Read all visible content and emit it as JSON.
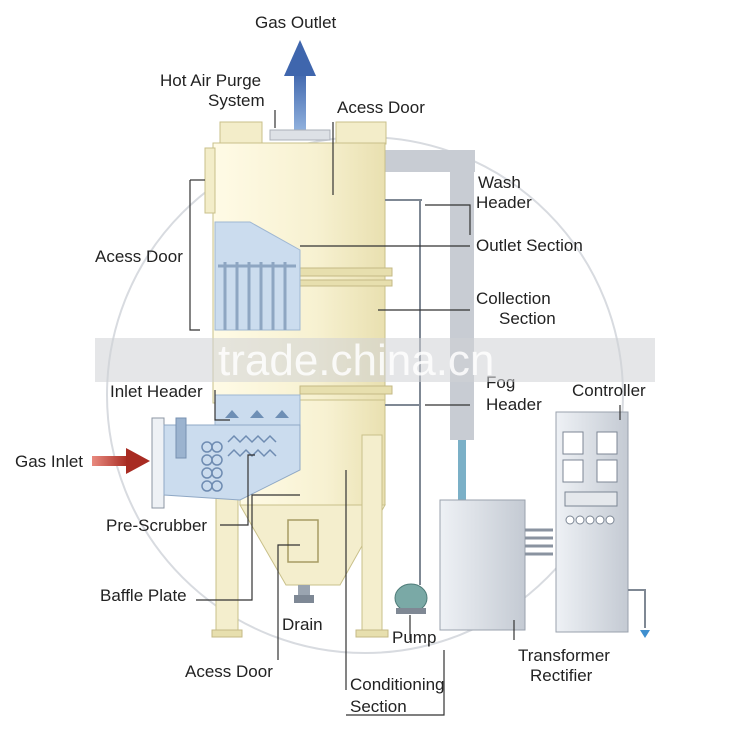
{
  "labels": {
    "gas_outlet": "Gas Outlet",
    "hot_air_purge_1": "Hot Air Purge",
    "hot_air_purge_2": "System",
    "access_door_top": "Acess Door",
    "wash_header_1": "Wash",
    "wash_header_2": "Header",
    "outlet_section": "Outlet Section",
    "collection_section_1": "Collection",
    "collection_section_2": "Section",
    "access_door_left": "Acess Door",
    "inlet_header": "Inlet Header",
    "fog_header_1": "Fog",
    "fog_header_2": "Header",
    "controller": "Controller",
    "gas_inlet": "Gas Inlet",
    "pre_scrubber": "Pre-Scrubber",
    "baffle_plate": "Baffle Plate",
    "drain": "Drain",
    "pump": "Pump",
    "transformer_rectifier_1": "Transformer",
    "transformer_rectifier_2": "Rectifier",
    "access_door_bottom": "Acess Door",
    "conditioning_section_1": "Conditioning",
    "conditioning_section_2": "Section"
  },
  "watermark": "trade.china.cn",
  "colors": {
    "vessel": "#f7f2d4",
    "vessel_stroke": "#c9c08a",
    "blue_section": "#c9dced",
    "duct": "#c3c7ce",
    "equipment": "#d6dbe3",
    "gas_arrow": "#4a6fb0",
    "inlet_arrow": "#b3352d",
    "leader": "#333333"
  }
}
